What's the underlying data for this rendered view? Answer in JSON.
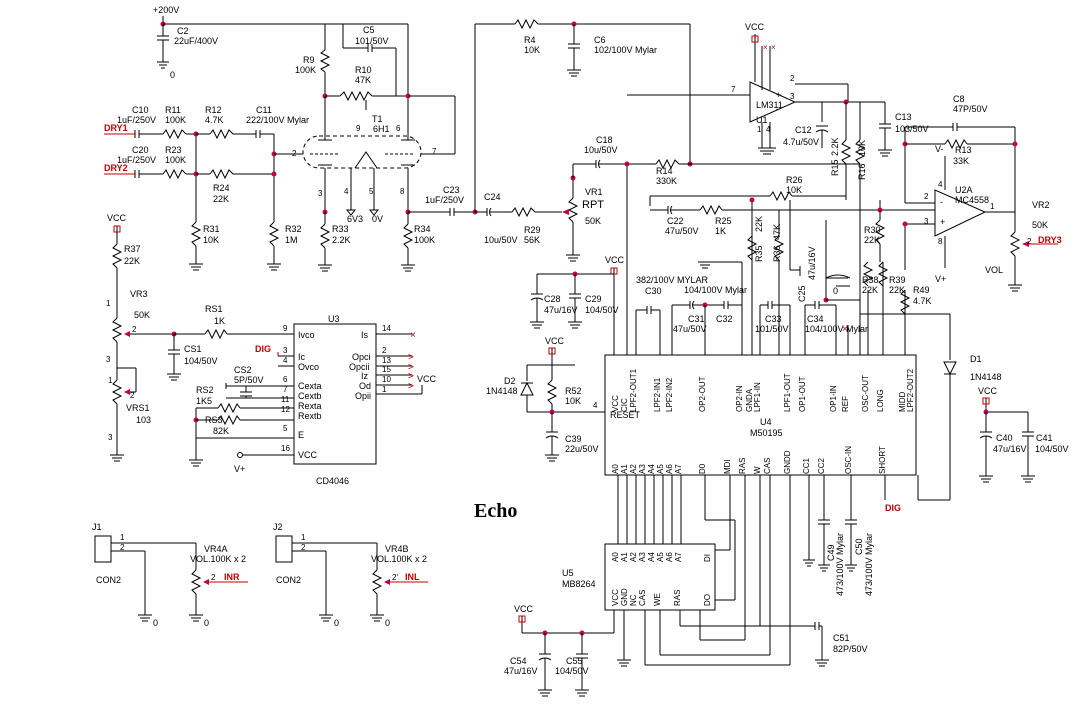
{
  "title": "Echo",
  "rails": {
    "hv": "+200V",
    "vcc": "VCC",
    "vplus": "V+",
    "vminus": "V-",
    "zero": "0",
    "v63": "6V3",
    "v0": "0V"
  },
  "signals": {
    "dry1": "DRY1",
    "dry2": "DRY2",
    "dry3": "DRY3",
    "inr": "INR",
    "inl": "INL",
    "dig": "DIG",
    "rpt": "RPT",
    "vol": "VOL"
  },
  "chips": {
    "u1": {
      "ref": "U1",
      "part": "LM311"
    },
    "u2": {
      "ref": "U2A",
      "part": "MC4558"
    },
    "u3": {
      "ref": "U3",
      "part": "CD4046",
      "pins": [
        "Ivco",
        "Ic",
        "Ovco",
        "Cexta",
        "Cextb",
        "Rexta",
        "Rextb",
        "E",
        "VCC",
        "Is",
        "Opci",
        "Opcii",
        "Iz",
        "Od",
        "Opii"
      ]
    },
    "u4": {
      "ref": "U4",
      "part": "M50195",
      "top_pins": [
        "VCC",
        "CIC",
        "LPF2-OUT1",
        "LPF2-IN1",
        "LPF2-IN2",
        "OP2-OUT",
        "OP2-IN",
        "GNDA",
        "LPF1-IN",
        "LPF1-OUT",
        "OP1-OUT",
        "OP1-IN",
        "REF",
        "OSC-OUT",
        "LONG",
        "MIDD",
        "LPF2-OUT2"
      ],
      "bottom_pins": [
        "A0",
        "A1",
        "A2",
        "A3",
        "A4",
        "A5",
        "A6",
        "A7",
        "D0",
        "MDI",
        "RAS",
        "W",
        "CAS",
        "GNDD",
        "CC1",
        "CC2",
        "OSC-IN",
        "SHORT"
      ],
      "reset": "RESET"
    },
    "u5": {
      "ref": "U5",
      "part": "MB8264",
      "top_pins": [
        "A0",
        "A1",
        "A2",
        "A3",
        "A4",
        "A5",
        "A6",
        "A7",
        "DI"
      ],
      "bottom_pins": [
        "VCC",
        "GND",
        "NC",
        "CAS",
        "WE",
        "RAS",
        "DO"
      ]
    },
    "t1": {
      "ref": "T1",
      "part": "6H1"
    }
  },
  "components": {
    "C2": "22uF/400V",
    "C5": "101/50V",
    "C10": "1uF/250V",
    "C20": "1uF/250V",
    "C11": "222/100V Mylar",
    "C23": "1uF/250V",
    "C24": "10u/50V",
    "C4": "102/100V Mylar",
    "C18": "10u/50V",
    "C22": "47u/50V",
    "C12": "4.7u/50V",
    "C13": "103/50V",
    "C8": "47P/50V",
    "C25": "47u/16V",
    "C28": "47u/16V",
    "C29": "104/50V",
    "C30": "382/100V MYLAR",
    "C31": "47u/50V",
    "C32": "104/100V Mylar",
    "C33": "101/50V",
    "C34": "104/100V Mylar",
    "C39": "22u/50V",
    "C40": "47u/16V",
    "C41": "104/50V",
    "C49": "473/100V Mylar",
    "C50": "473/100V Mylar",
    "C51": "82P/50V",
    "C54": "47u/16V",
    "C55": "104/50V",
    "CS1": "104/50V",
    "CS2": "5P/50V",
    "R9": "100K",
    "R10": "47K",
    "R11": "100K",
    "R12": "4.7K",
    "R23": "100K",
    "R24": "22K",
    "R31": "10K",
    "R32": "1M",
    "R33": "2.2K",
    "R34": "100K",
    "R4": "10K",
    "R29": "56K",
    "R14": "330K",
    "R26": "10K",
    "R25": "1K",
    "R15": "2.2K",
    "R16": "10K",
    "R13": "33K",
    "R30": "22K",
    "R35": "22K",
    "R36": "47K",
    "R38": "22K",
    "R39": "22K",
    "R49": "4.7K",
    "R37": "22K",
    "R52": "10K",
    "RS1": "1K",
    "RS2": "1K5",
    "RS3": "82K",
    "VR1": "50K",
    "VR2": "50K",
    "VR3": "50K",
    "VRS1": "103",
    "VR4A": "VOL.100K x 2",
    "VR4B": "VOL.100K x 2",
    "D1": "1N4148",
    "D2": "1N4148",
    "J1": "CON2",
    "J2": "CON2"
  }
}
